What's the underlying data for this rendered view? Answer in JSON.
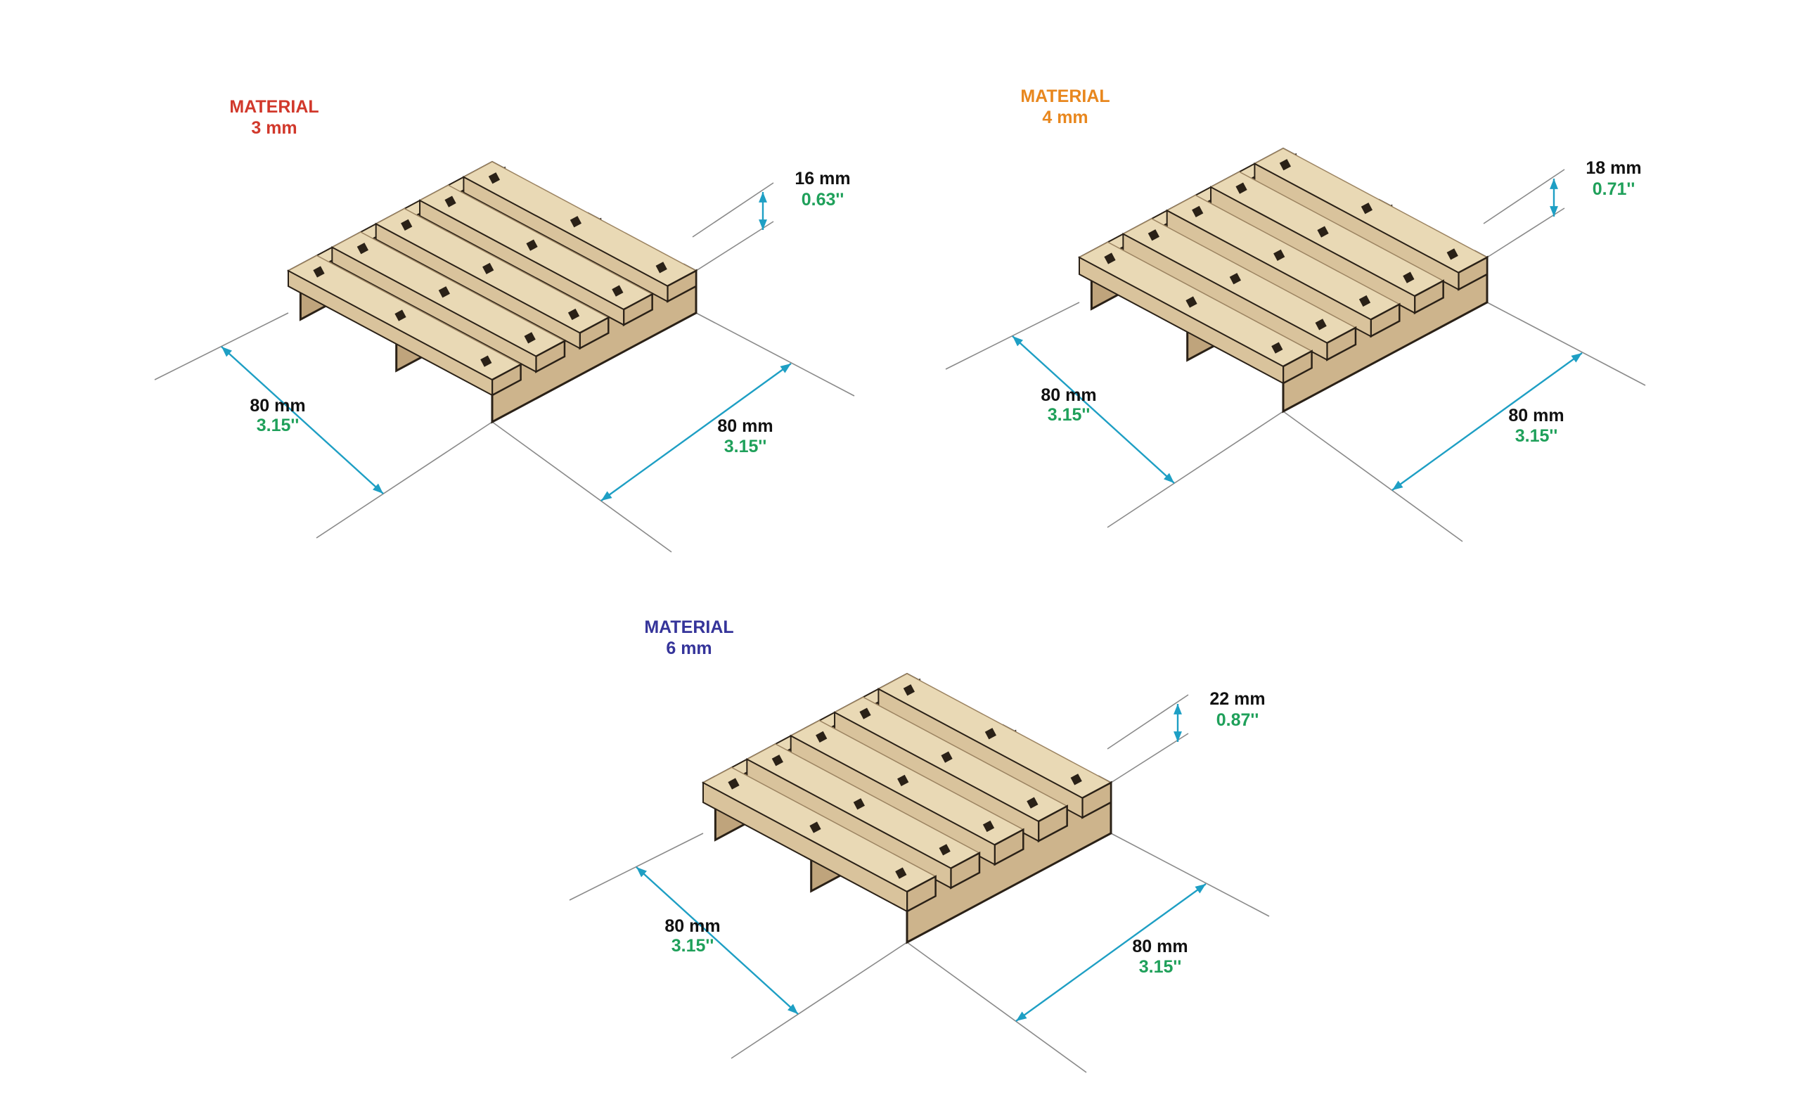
{
  "colors": {
    "background": "#ffffff",
    "dimension_arrow": "#1e9fc4",
    "extension_line": "#8a8a8a",
    "wood_top": "#e9d9b5",
    "wood_side": "#cdb48c",
    "wood_dark": "#2a2117",
    "metric_text": "#111111",
    "inch_text": "#1fa05a"
  },
  "pallets": [
    {
      "material_label": "MATERIAL",
      "material_value": "3 mm",
      "material_color": "#d1382b",
      "height_mm": "16 mm",
      "height_in": "0.63''",
      "left_mm": "80 mm",
      "left_in": "3.15''",
      "right_mm": "80 mm",
      "right_in": "3.15''"
    },
    {
      "material_label": "MATERIAL",
      "material_value": "4 mm",
      "material_color": "#e8871e",
      "height_mm": "18 mm",
      "height_in": "0.71''",
      "left_mm": "80 mm",
      "left_in": "3.15''",
      "right_mm": "80 mm",
      "right_in": "3.15''"
    },
    {
      "material_label": "MATERIAL",
      "material_value": "6 mm",
      "material_color": "#35349a",
      "height_mm": "22 mm",
      "height_in": "0.87''",
      "left_mm": "80 mm",
      "left_in": "3.15''",
      "right_mm": "80 mm",
      "right_in": "3.15''"
    }
  ]
}
